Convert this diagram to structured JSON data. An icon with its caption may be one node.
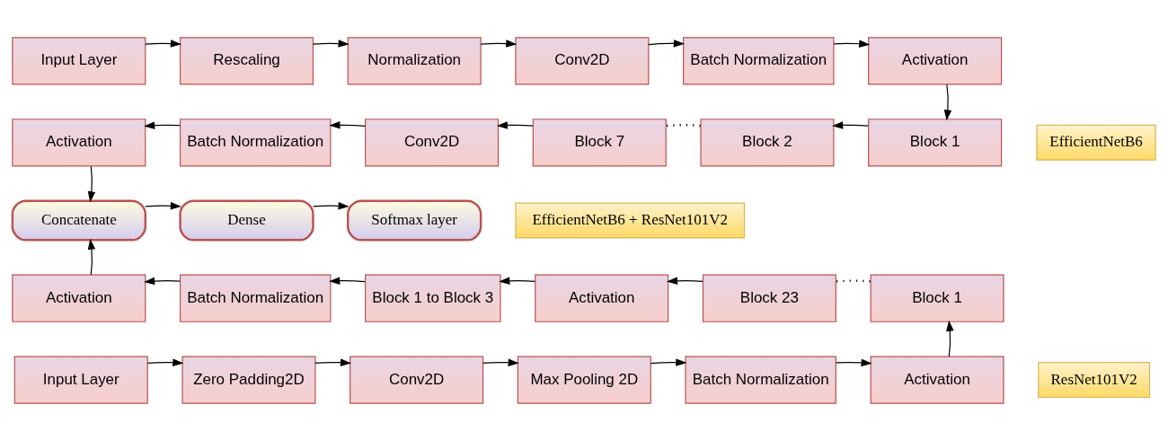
{
  "diagram": {
    "nodes": [
      {
        "text": [
          "Input Layer"
        ]
      },
      {
        "text": [
          "Rescaling"
        ]
      },
      {
        "text": [
          "Normalization"
        ]
      },
      {
        "text": [
          "Conv2D"
        ]
      },
      {
        "text": [
          "Batch Normalization"
        ]
      },
      {
        "text": [
          "Activation"
        ]
      },
      {
        "text": [
          "Activation"
        ]
      },
      {
        "text": [
          "Batch Normalization"
        ]
      },
      {
        "text": [
          "Conv2D"
        ]
      },
      {
        "text": [
          "Block 7"
        ]
      },
      {
        "text": [
          "Block 2"
        ]
      },
      {
        "text": [
          "Block 1"
        ]
      },
      {
        "text": [
          "EfficientNetB6"
        ]
      },
      {
        "text": [
          "Concatenate"
        ]
      },
      {
        "text": [
          "Dense"
        ]
      },
      {
        "text": [
          "Softmax layer"
        ]
      },
      {
        "text": [
          "EfficientNetB6 + ResNet101V2"
        ]
      },
      {
        "text": [
          "Activation"
        ]
      },
      {
        "text": [
          "Batch Normalization"
        ]
      },
      {
        "text": [
          "Block 1 to Block 3"
        ]
      },
      {
        "text": [
          "Activation"
        ]
      },
      {
        "text": [
          "Block 23"
        ]
      },
      {
        "text": [
          "Block 1"
        ]
      },
      {
        "text": [
          "Input Layer"
        ]
      },
      {
        "text": [
          "Zero Padding2D"
        ]
      },
      {
        "text": [
          "Conv2D"
        ]
      },
      {
        "text": [
          "Max Pooling 2D"
        ]
      },
      {
        "text": [
          "Batch Normalization"
        ]
      },
      {
        "text": [
          "Activation"
        ]
      },
      {
        "text": [
          "ResNet101V2"
        ]
      }
    ],
    "edges": [
      {
        "from": 0,
        "to": 1,
        "arrow": "to"
      },
      {
        "from": 1,
        "to": 2,
        "arrow": "to"
      },
      {
        "from": 2,
        "to": 3,
        "arrow": "to"
      },
      {
        "from": 3,
        "to": 4,
        "arrow": "to"
      },
      {
        "from": 4,
        "to": 5,
        "arrow": "to"
      },
      {
        "from": 5,
        "to": 11,
        "arrow": "to"
      },
      {
        "from": 11,
        "to": 10,
        "arrow": "to"
      },
      {
        "from": 10,
        "to": 9,
        "arrow": "none",
        "style": "dashed"
      },
      {
        "from": 9,
        "to": 8,
        "arrow": "to"
      },
      {
        "from": 8,
        "to": 7,
        "arrow": "to"
      },
      {
        "from": 7,
        "to": 6,
        "arrow": "to"
      },
      {
        "from": 6,
        "to": 13,
        "arrow": "to"
      },
      {
        "from": 13,
        "to": 14,
        "arrow": "to"
      },
      {
        "from": 14,
        "to": 15,
        "arrow": "to"
      },
      {
        "from": 23,
        "to": 24,
        "arrow": "to"
      },
      {
        "from": 24,
        "to": 25,
        "arrow": "to"
      },
      {
        "from": 25,
        "to": 26,
        "arrow": "to"
      },
      {
        "from": 26,
        "to": 27,
        "arrow": "to"
      },
      {
        "from": 27,
        "to": 28,
        "arrow": "to"
      },
      {
        "from": 28,
        "to": 22,
        "arrow": "to"
      },
      {
        "from": 22,
        "to": 21,
        "arrow": "none",
        "style": "dashed"
      },
      {
        "from": 21,
        "to": 20,
        "arrow": "to"
      },
      {
        "from": 20,
        "to": 19,
        "arrow": "to"
      },
      {
        "from": 19,
        "to": 18,
        "arrow": "to"
      },
      {
        "from": 18,
        "to": 17,
        "arrow": "to"
      },
      {
        "from": 17,
        "to": 13,
        "arrow": "to"
      }
    ]
  }
}
